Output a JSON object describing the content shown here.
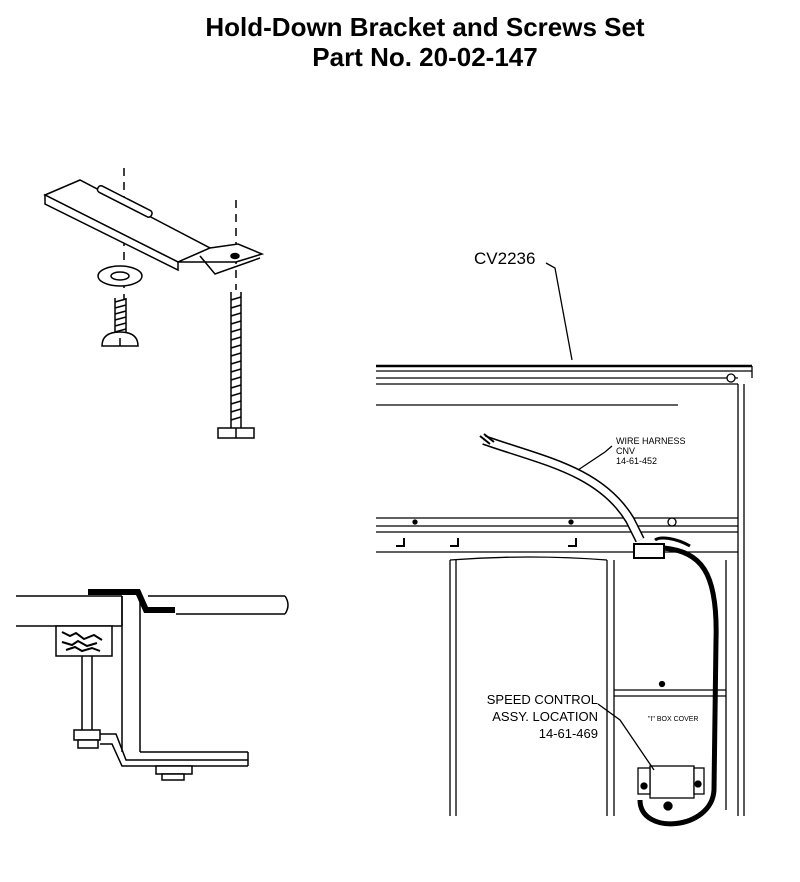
{
  "header": {
    "title_line1": "Hold-Down Bracket and Screws Set",
    "title_line2": "Part No. 20-02-147"
  },
  "callouts": {
    "model": "CV2236",
    "wire_harness": [
      "WIRE HARNESS",
      "CNV",
      "14-61-452"
    ],
    "speed_control": [
      "SPEED CONTROL",
      "ASSY. LOCATION",
      "14-61-469"
    ],
    "box_note": "\"I\" BOX COVER"
  }
}
